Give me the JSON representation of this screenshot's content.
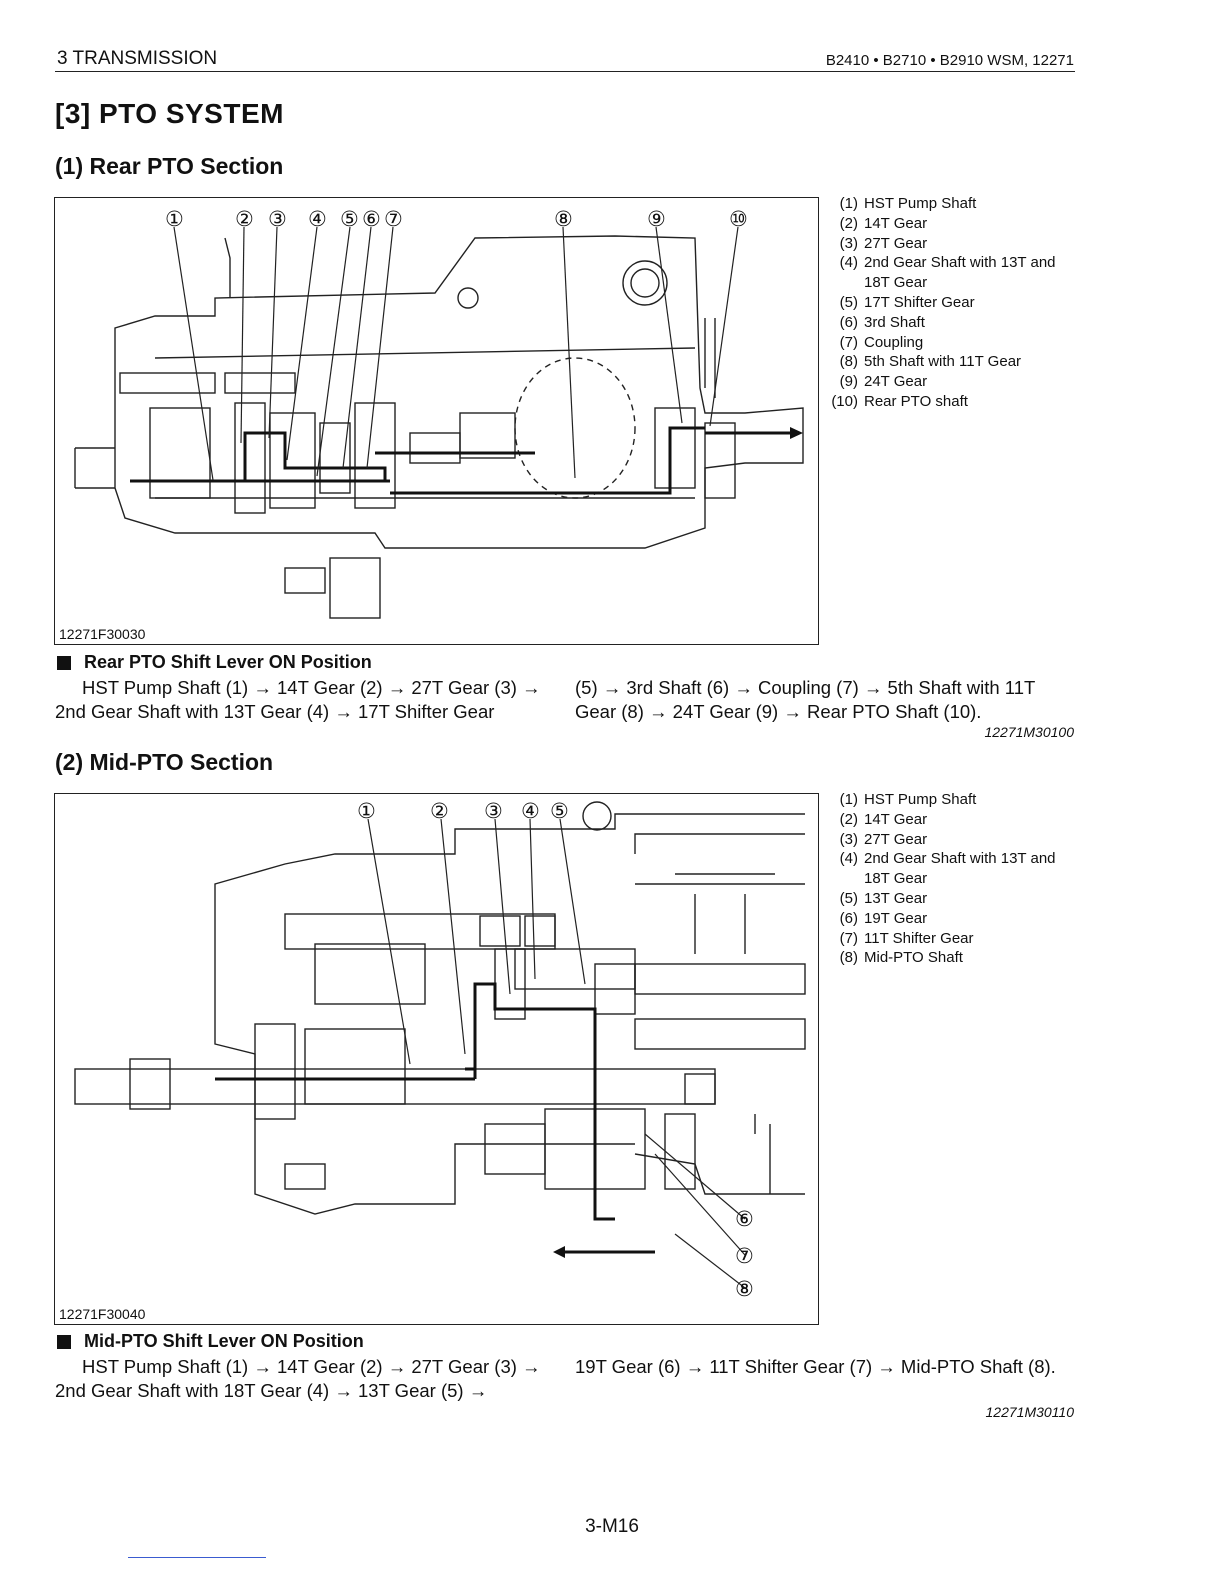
{
  "header": {
    "section": "3 TRANSMISSION",
    "manual": "B2410 • B2710 • B2910 WSM, 12271"
  },
  "title": "[3] PTO SYSTEM",
  "rear": {
    "heading": "(1) Rear PTO Section",
    "figure_id": "12271F30030",
    "callouts": [
      "①",
      "②",
      "③",
      "④",
      "⑤",
      "⑥",
      "⑦",
      "⑧",
      "⑨",
      "⑩"
    ],
    "legend": [
      {
        "num": "(1)",
        "text": "HST Pump Shaft"
      },
      {
        "num": "(2)",
        "text": "14T Gear"
      },
      {
        "num": "(3)",
        "text": "27T Gear"
      },
      {
        "num": "(4)",
        "text": "2nd Gear Shaft with 13T and"
      },
      {
        "num": "",
        "text": "18T Gear"
      },
      {
        "num": "(5)",
        "text": "17T Shifter Gear"
      },
      {
        "num": "(6)",
        "text": "3rd Shaft"
      },
      {
        "num": "(7)",
        "text": "Coupling"
      },
      {
        "num": "(8)",
        "text": "5th Shaft with 11T Gear"
      },
      {
        "num": "(9)",
        "text": "24T Gear"
      },
      {
        "num": "(10)",
        "text": "Rear PTO shaft"
      }
    ],
    "lever_heading": "Rear PTO Shift Lever ON Position",
    "para_left": "HST Pump Shaft (1) → 14T Gear (2) → 27T Gear (3) → 2nd Gear Shaft with 13T Gear (4) → 17T Shifter Gear",
    "para_right": "(5) → 3rd Shaft (6) → Coupling (7) → 5th Shaft with 11T Gear (8) → 24T Gear (9) → Rear PTO Shaft (10).",
    "ref": "12271M30100"
  },
  "mid": {
    "heading": "(2) Mid-PTO Section",
    "figure_id": "12271F30040",
    "callouts": [
      "①",
      "②",
      "③",
      "④",
      "⑤",
      "⑥",
      "⑦",
      "⑧"
    ],
    "legend": [
      {
        "num": "(1)",
        "text": "HST Pump Shaft"
      },
      {
        "num": "(2)",
        "text": "14T Gear"
      },
      {
        "num": "(3)",
        "text": "27T Gear"
      },
      {
        "num": "(4)",
        "text": "2nd Gear Shaft with 13T and"
      },
      {
        "num": "",
        "text": "18T Gear"
      },
      {
        "num": "(5)",
        "text": "13T Gear"
      },
      {
        "num": "(6)",
        "text": "19T Gear"
      },
      {
        "num": "(7)",
        "text": "11T Shifter Gear"
      },
      {
        "num": "(8)",
        "text": "Mid-PTO Shaft"
      }
    ],
    "lever_heading": "Mid-PTO Shift Lever ON Position",
    "para_left": "HST Pump Shaft (1) → 14T Gear (2) → 27T Gear (3) → 2nd Gear Shaft with 18T Gear (4) → 13T Gear (5) →",
    "para_right": "19T Gear (6) → 11T Shifter Gear (7) → Mid-PTO Shaft (8).",
    "ref": "12271M30110"
  },
  "page_number": "3-M16"
}
